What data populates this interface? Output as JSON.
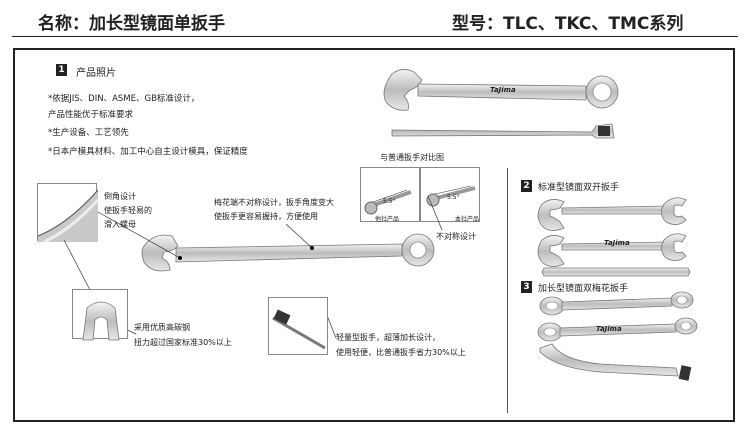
{
  "header": {
    "name_line": "名称：加长型镜面单扳手",
    "model_line": "型号：TLC、TKC、TMC系列"
  },
  "section1": {
    "number": "1",
    "title": "产品照片",
    "bullets": [
      "*依据JIS、DIN、ASME、GB标准设计，",
      "  产品性能优于标准要求",
      "*生产设备、工艺领先",
      "*日本产模具材料、加工中心自主设计模具，保证精度"
    ]
  },
  "brand": "TaJima",
  "comparison": {
    "title": "与普通扳手对比图",
    "angle_label": "5.5°",
    "other_label": "他社产品",
    "own_label": "本社产品",
    "asym_label": "不对称设计"
  },
  "callouts": {
    "chamfer": [
      "倒角设计",
      "使扳手轻易的",
      "滑入螺母"
    ],
    "torx": [
      "梅花端不对称设计，扳手角度变大",
      "使扳手更容易握持，方便使用"
    ],
    "steel": [
      "采用优质高碳钢",
      "扭力超过国家标准30%以上"
    ],
    "light": [
      "轻量型扳手，超薄加长设计，",
      "使用轻便，比普通扳手省力30%以上"
    ]
  },
  "section2": {
    "number": "2",
    "title": "标准型镜面双开扳手"
  },
  "section3": {
    "number": "3",
    "title": "加长型镜面双梅花扳手"
  }
}
